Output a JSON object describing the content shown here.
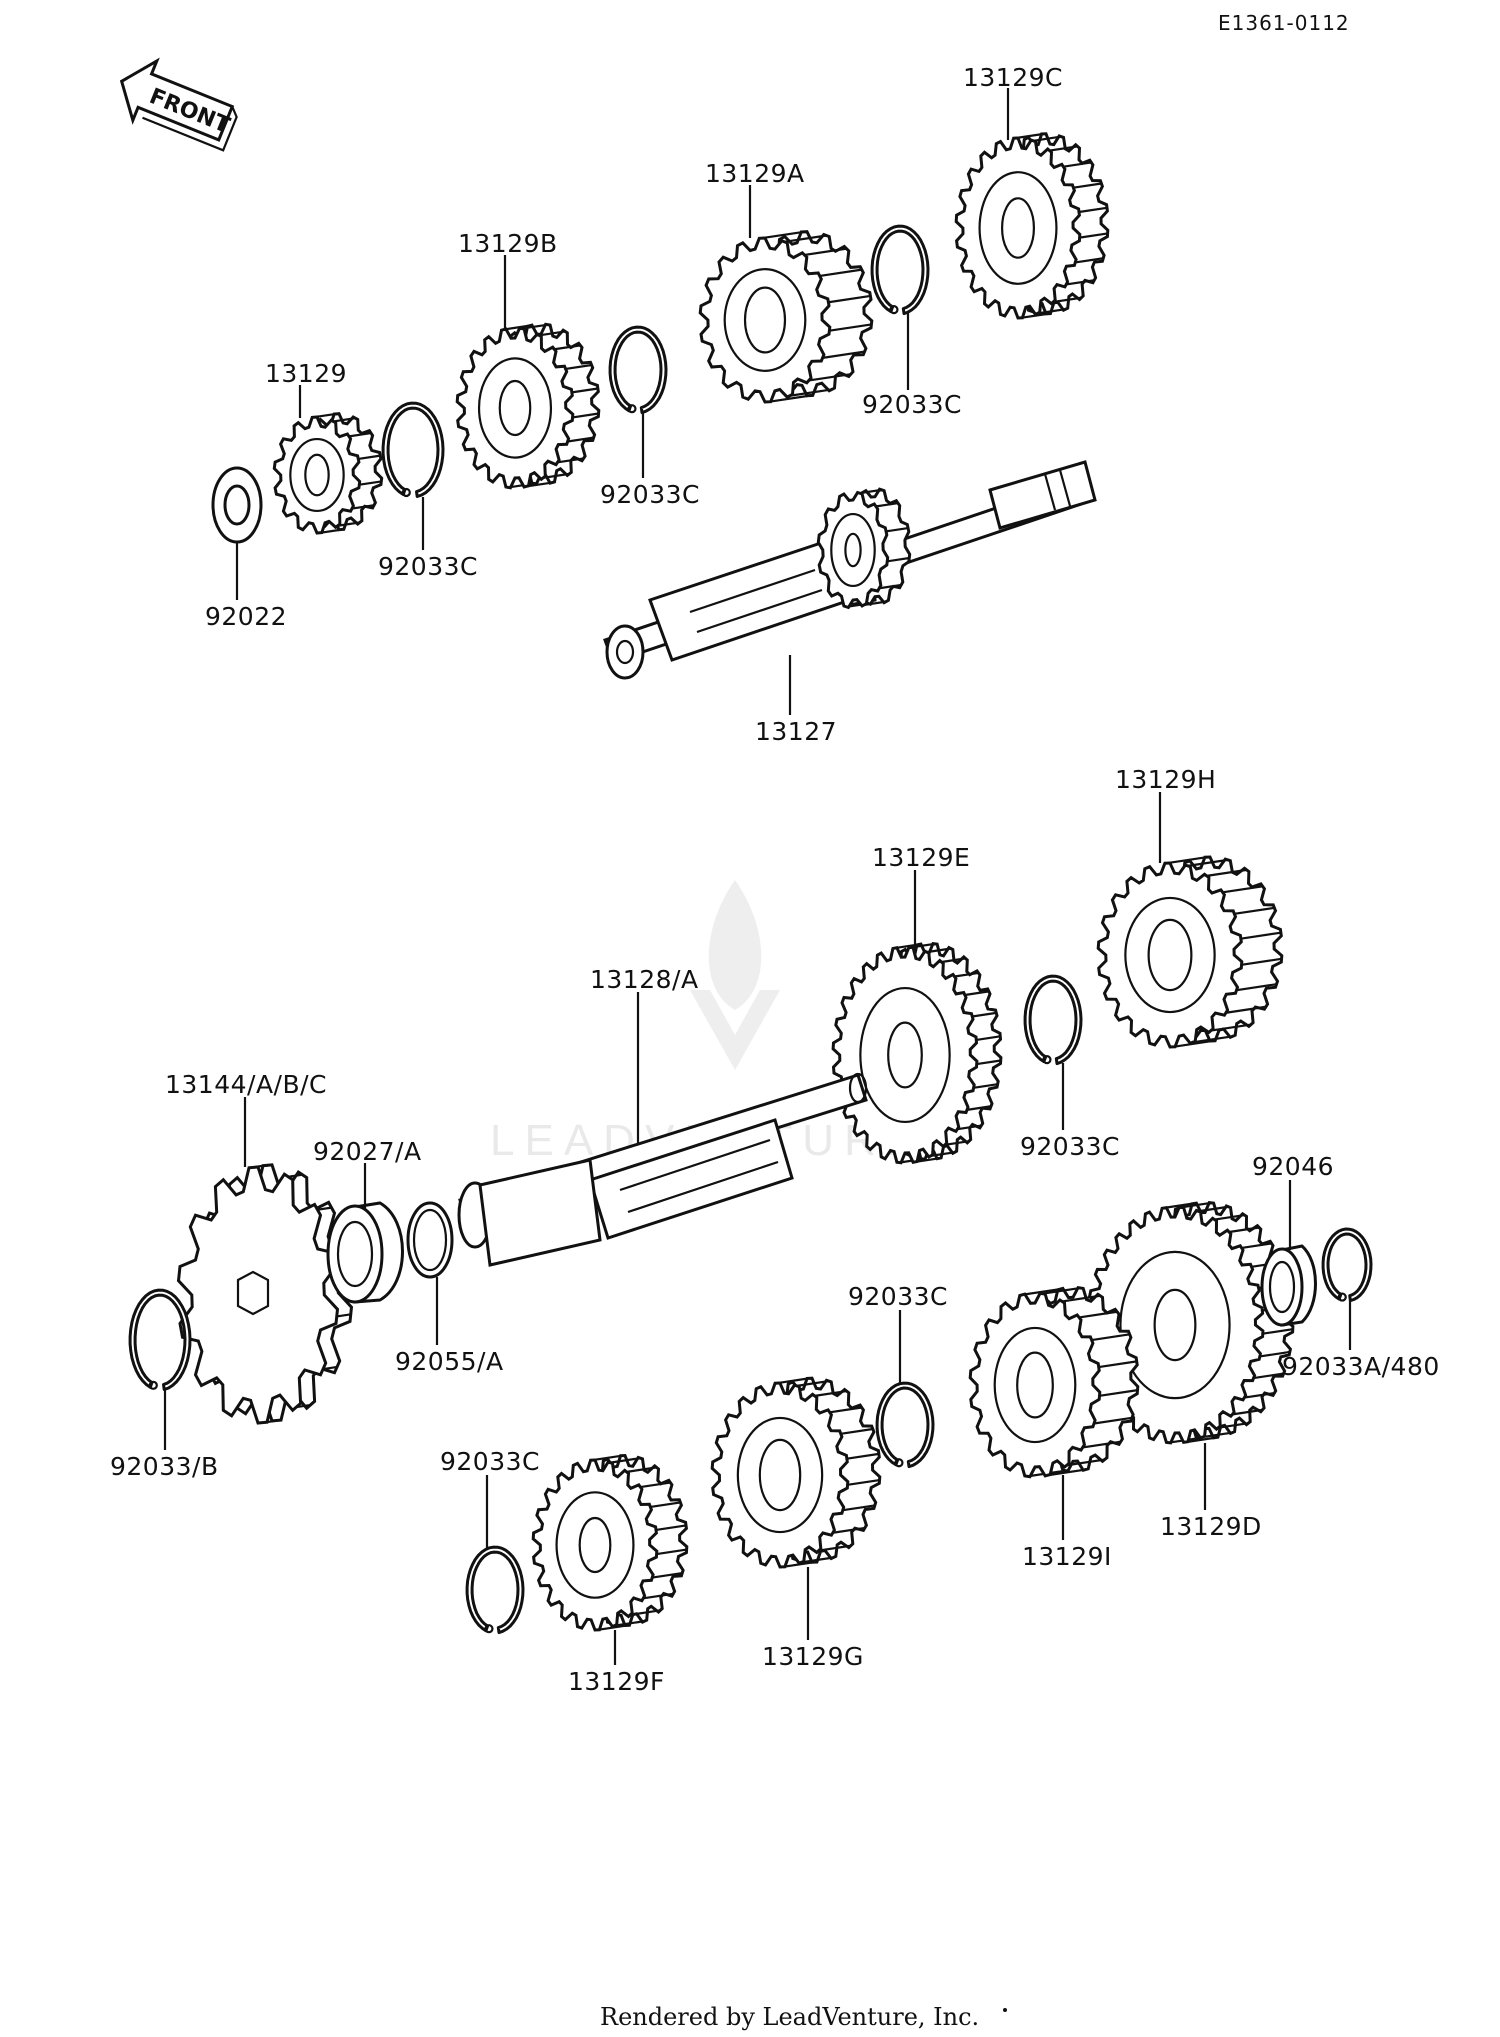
{
  "diagram_code": "E1361-0112",
  "front_label": "FRONT",
  "footer": "Rendered by LeadVenture, Inc.",
  "watermark": "LEADVENTURE",
  "parts": {
    "p92022": "92022",
    "p13129": "13129",
    "p92033c_1": "92033C",
    "p13129b": "13129B",
    "p92033c_2": "92033C",
    "p13129a": "13129A",
    "p92033c_3": "92033C",
    "p13129c": "13129C",
    "p13127": "13127",
    "p13129h": "13129H",
    "p13129e": "13129E",
    "p13128a": "13128/A",
    "p92033c_4": "92033C",
    "p13144": "13144/A/B/C",
    "p92027a": "92027/A",
    "p92046": "92046",
    "p92033c_5": "92033C",
    "p92055a": "92055/A",
    "p92033a480": "92033A/480",
    "p92033b": "92033/B",
    "p92033c_6": "92033C",
    "p13129i": "13129I",
    "p13129d": "13129D",
    "p13129g": "13129G",
    "p13129f": "13129F"
  }
}
